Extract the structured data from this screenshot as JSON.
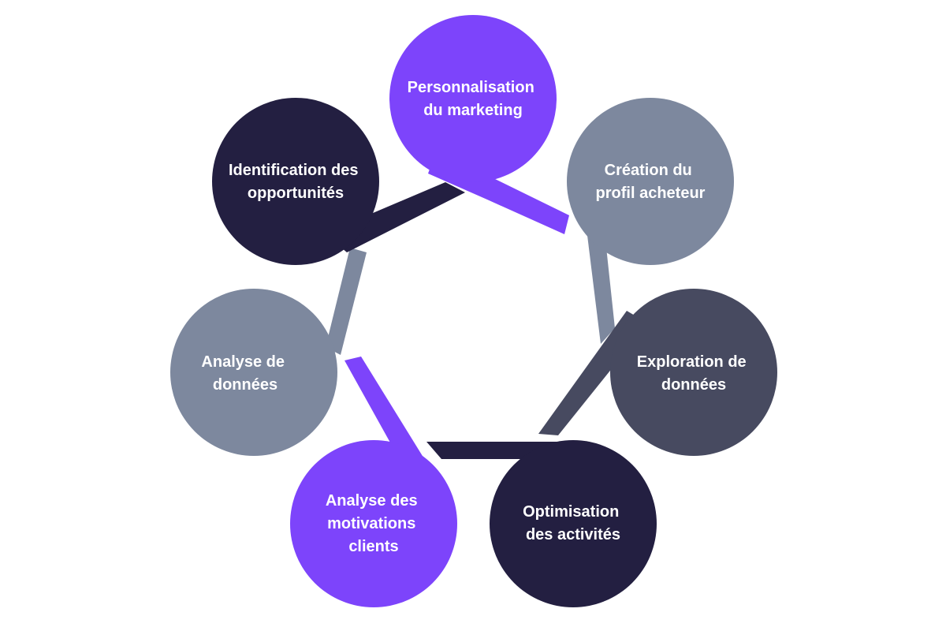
{
  "colors": {
    "purple": "#7d44fb",
    "slate": "#7d889e",
    "dark_slate": "#474a60",
    "navy": "#231f41"
  },
  "nodes": [
    {
      "id": "personnalisation",
      "lines": [
        "Personnalisation",
        "du marketing"
      ],
      "color": "#7d44fb"
    },
    {
      "id": "creation-profil",
      "lines": [
        "Création du",
        "profil acheteur"
      ],
      "color": "#7d889e"
    },
    {
      "id": "exploration",
      "lines": [
        "Exploration de",
        "données"
      ],
      "color": "#474a60"
    },
    {
      "id": "optimisation",
      "lines": [
        "Optimisation",
        "des activités"
      ],
      "color": "#231f41"
    },
    {
      "id": "motivations",
      "lines": [
        "Analyse des",
        "motivations",
        "clients"
      ],
      "color": "#7d44fb"
    },
    {
      "id": "analyse-donnees",
      "lines": [
        "Analyse de",
        "données"
      ],
      "color": "#7d889e"
    },
    {
      "id": "identification",
      "lines": [
        "Identification des",
        "opportunités"
      ],
      "color": "#231f41"
    }
  ]
}
